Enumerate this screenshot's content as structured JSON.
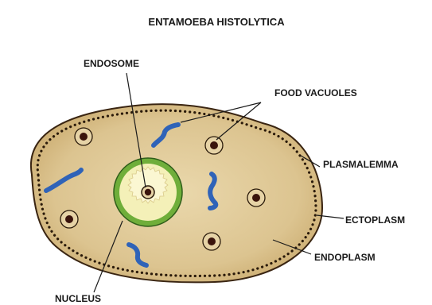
{
  "title": "ENTAMOEBA HISTOLYTICA",
  "labels": {
    "endosome": "ENDOSOME",
    "food_vacuoles": "FOOD VACUOLES",
    "plasmalemma": "PLASMALEMMA",
    "ectoplasm": "ECTOPLASM",
    "endoplasm": "ENDOPLASM",
    "nucleus": "NUCLEUS"
  },
  "colors": {
    "cytoplasm": "#d8c08a",
    "outline": "#2a1a0a",
    "nucleus_ring": "#6fae3a",
    "nucleus_fill": "#f4f0b8",
    "inclusion": "#2f63b8",
    "vacuole_fill": "#e6d3a6",
    "vacuole_core": "#3a140c"
  }
}
